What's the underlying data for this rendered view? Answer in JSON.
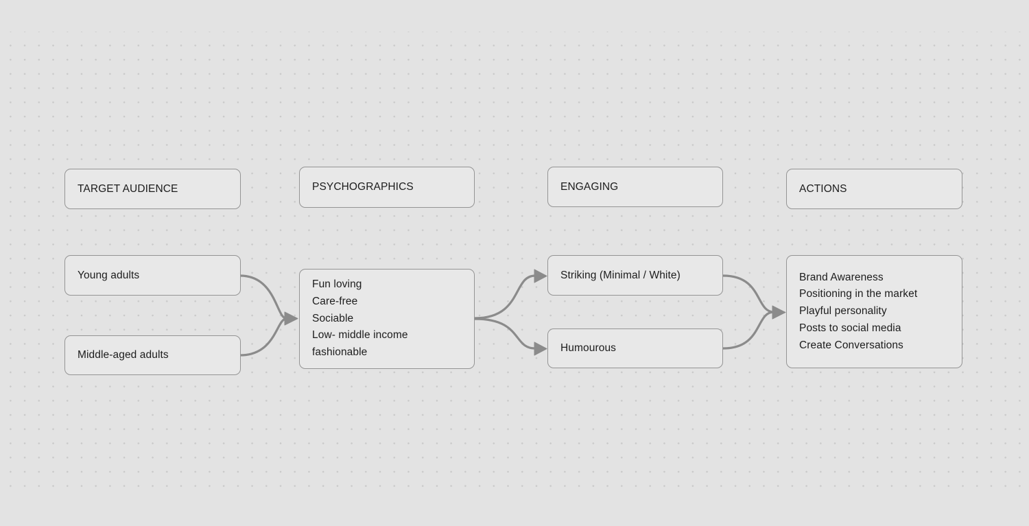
{
  "canvas": {
    "background_color": "#e3e3e3",
    "dot_color": "#c9c9c9",
    "node_fill_color": "#e8e8e8",
    "node_border_color": "#949494",
    "connector_color": "#8b8b8b",
    "text_color": "#1c1c1c"
  },
  "headers": {
    "target_audience": "TARGET AUDIENCE",
    "psychographics": "PSYCHOGRAPHICS",
    "engaging": "ENGAGING",
    "actions": "ACTIONS"
  },
  "nodes": {
    "young_adults": "Young adults",
    "middle_aged_adults": "Middle-aged adults",
    "psychographics_traits": [
      "Fun loving",
      "Care-free",
      "Sociable",
      "Low- middle income",
      "fashionable"
    ],
    "striking": "Striking (Minimal / White)",
    "humourous": "Humourous",
    "actions_items": [
      "Brand Awareness",
      "Positioning in the market",
      "Playful personality",
      "Posts to social media",
      "Create Conversations"
    ]
  }
}
